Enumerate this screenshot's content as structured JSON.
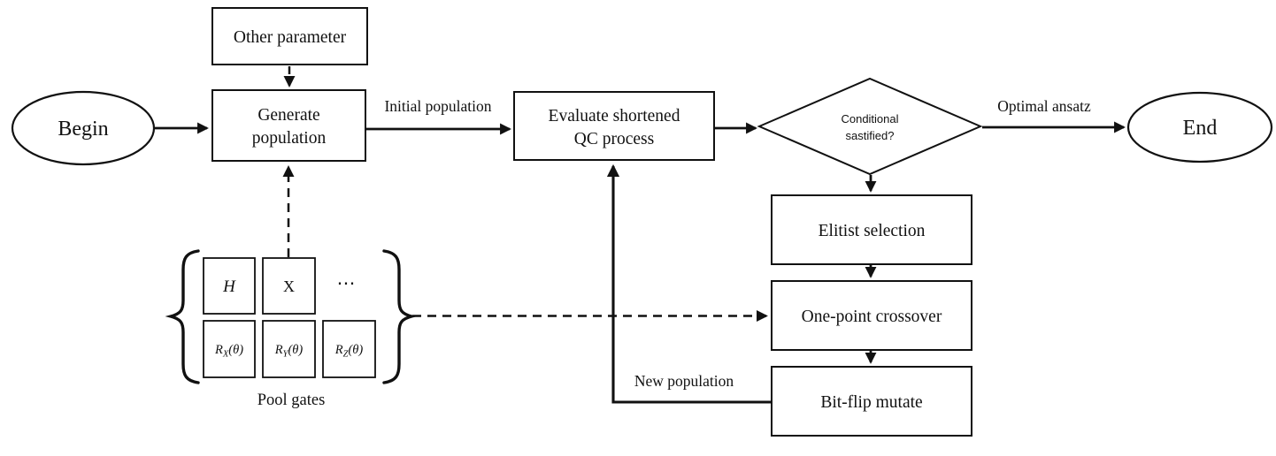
{
  "diagram": {
    "nodes": {
      "begin": {
        "label": "Begin"
      },
      "other_parameter": {
        "label": "Other parameter"
      },
      "generate_population": {
        "line1": "Generate",
        "line2": "population"
      },
      "evaluate_qc": {
        "line1": "Evaluate shortened",
        "line2": "QC process"
      },
      "conditional": {
        "line1": "Conditional",
        "line2": "sastified?"
      },
      "end": {
        "label": "End"
      },
      "elitist_selection": {
        "label": "Elitist selection"
      },
      "one_point_crossover": {
        "label": "One-point crossover"
      },
      "bit_flip_mutate": {
        "label": "Bit-flip mutate"
      }
    },
    "edges": {
      "initial_population": {
        "label": "Initial population"
      },
      "optimal_ansatz": {
        "label": "Optimal ansatz"
      },
      "new_population": {
        "label": "New population"
      }
    },
    "pool": {
      "caption": "Pool gates",
      "gate_h": {
        "label": "H"
      },
      "gate_x": {
        "label": "X"
      },
      "gate_dots": {
        "label": "⋯"
      },
      "gate_rx": {
        "base": "R",
        "sub": "X",
        "arg": "(θ)"
      },
      "gate_ry": {
        "base": "R",
        "sub": "Y",
        "arg": "(θ)"
      },
      "gate_rz": {
        "base": "R",
        "sub": "Z",
        "arg": "(θ)"
      }
    },
    "colors": {
      "stroke": "#111111",
      "background": "#ffffff"
    }
  }
}
